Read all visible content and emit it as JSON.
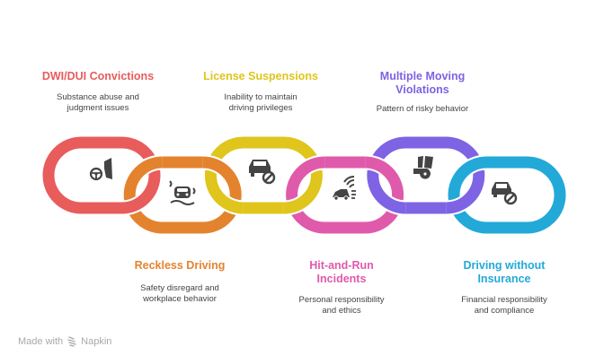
{
  "diagram": {
    "type": "chain-links",
    "steps": [
      {
        "id": "dwi",
        "title": "DWI/DUI Convictions",
        "desc": "Substance abuse and\njudgment issues",
        "color": "#e85c5c",
        "icon": "steering-wheel-car-door-icon",
        "row": "top"
      },
      {
        "id": "reckless",
        "title": "Reckless Driving",
        "desc": "Safety disregard and\nworkplace behavior",
        "color": "#e4832e",
        "icon": "skidding-car-icon",
        "row": "bottom"
      },
      {
        "id": "license",
        "title": "License Suspensions",
        "desc": "Inability to maintain\ndriving privileges",
        "color": "#dfc51c",
        "icon": "car-prohibited-icon",
        "row": "top"
      },
      {
        "id": "hitrun",
        "title": "Hit-and-Run\nIncidents",
        "desc": "Personal responsibility\nand ethics",
        "color": "#e05aab",
        "icon": "car-crash-speeding-icon",
        "row": "bottom"
      },
      {
        "id": "moving",
        "title": "Multiple Moving\nViolations",
        "desc": "Pattern of risky behavior",
        "color": "#7e63e4",
        "icon": "whistle-cards-icon",
        "row": "top"
      },
      {
        "id": "insurance",
        "title": "Driving without\nInsurance",
        "desc": "Financial responsibility\nand compliance",
        "color": "#22a9d8",
        "icon": "car-no-insurance-icon",
        "row": "bottom"
      }
    ]
  },
  "footer": {
    "made_with": "Made with",
    "brand": "Napkin",
    "icon": "napkin-logo-icon"
  }
}
